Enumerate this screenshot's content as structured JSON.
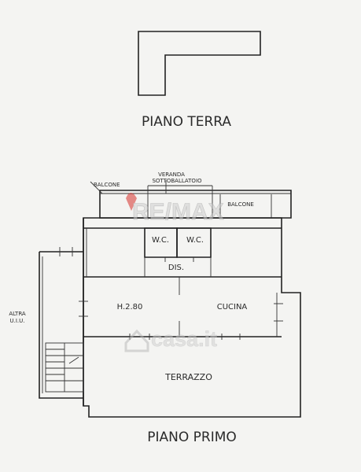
{
  "ground_floor": {
    "title": "PIANO TERRA"
  },
  "first_floor": {
    "title": "PIANO PRIMO",
    "labels": {
      "balcone_left": "BALCONE",
      "veranda_line1": "VERANDA",
      "veranda_line2": "SOTTOBALLATOIO",
      "balcone_right": "BALCONE",
      "wc_left": "W.C.",
      "wc_right": "W.C.",
      "dis": "DIS.",
      "height": "H.2.80",
      "cucina": "CUCINA",
      "terrazzo": "TERRAZZO",
      "altra_line1": "ALTRA",
      "altra_line2": "U.I.U."
    }
  },
  "watermarks": {
    "remax": "RE/MAX",
    "casa": "casa.it"
  },
  "colors": {
    "background": "#f4f4f2",
    "wall": "#222222",
    "remax_red": "#d6312b",
    "remax_blue": "#2f5aa8"
  }
}
